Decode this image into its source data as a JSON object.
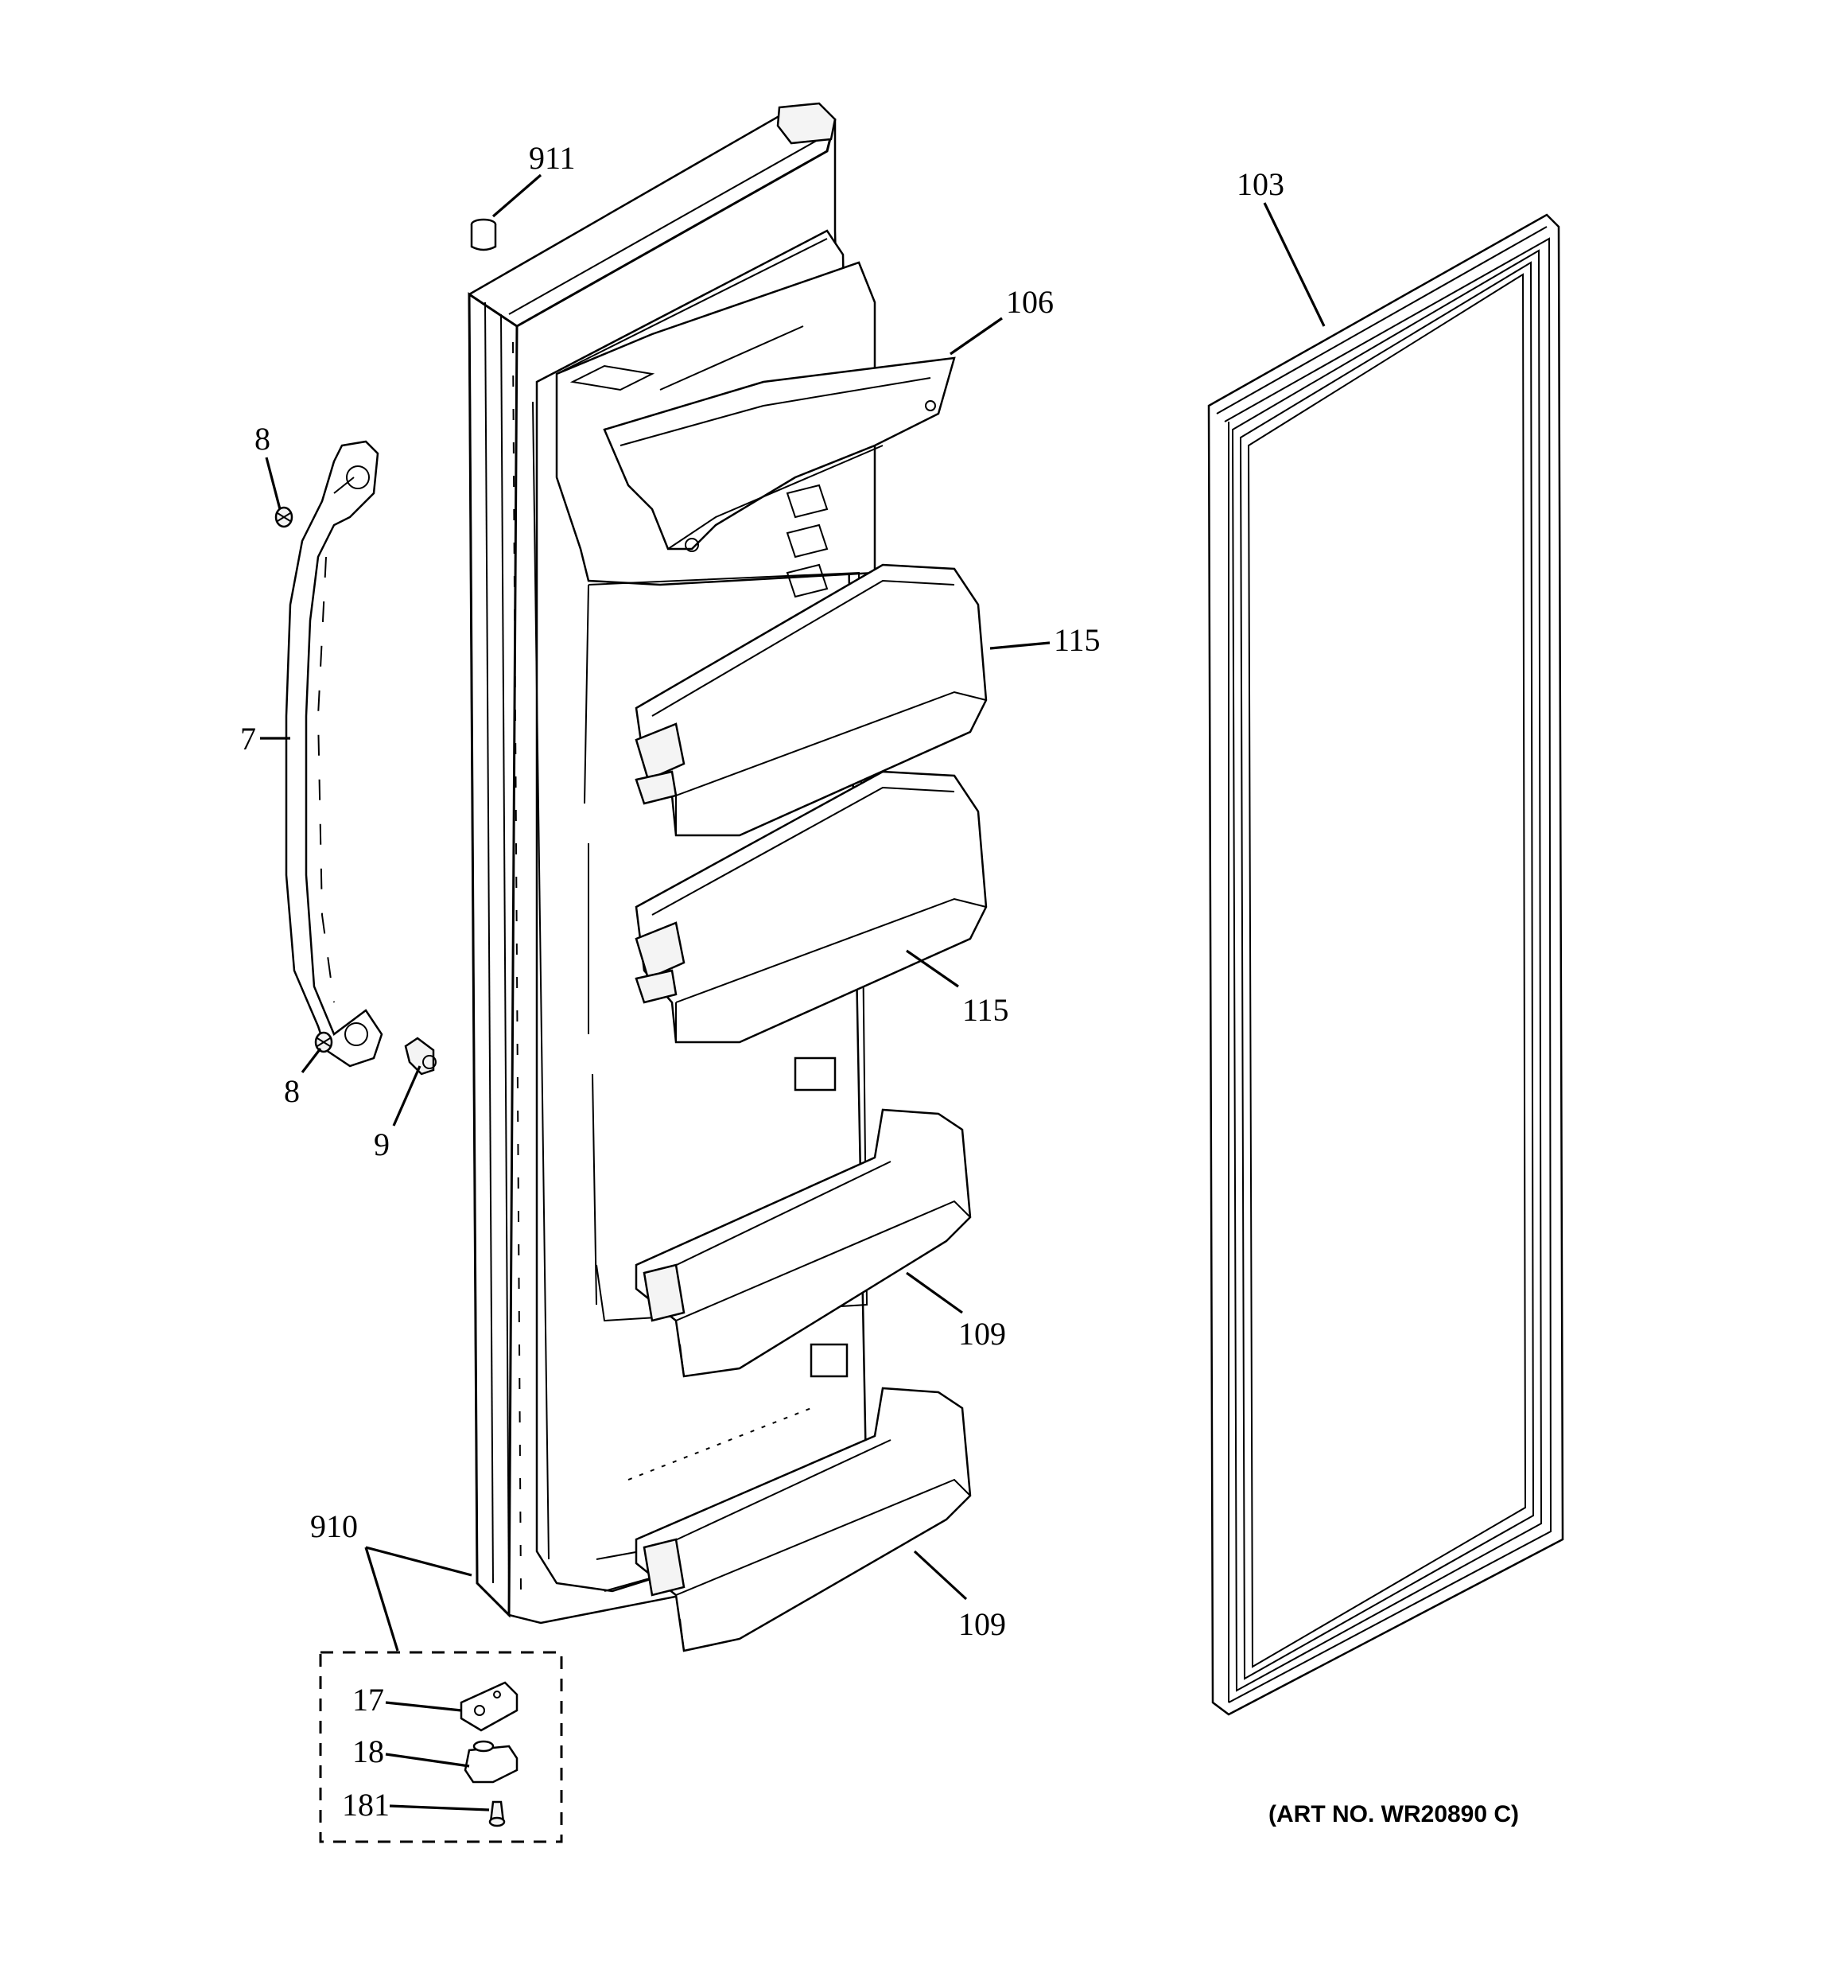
{
  "callouts": {
    "c911": "911",
    "c103": "103",
    "c106": "106",
    "c8_top": "8",
    "c115_top": "115",
    "c7": "7",
    "c115_bottom": "115",
    "c8_bottom": "8",
    "c9": "9",
    "c109_top": "109",
    "c910": "910",
    "c109_bottom": "109",
    "c17": "17",
    "c18": "18",
    "c181": "181"
  },
  "art_number": "(ART NO. WR20890 C)",
  "colors": {
    "line": "#000000",
    "background": "#ffffff"
  }
}
